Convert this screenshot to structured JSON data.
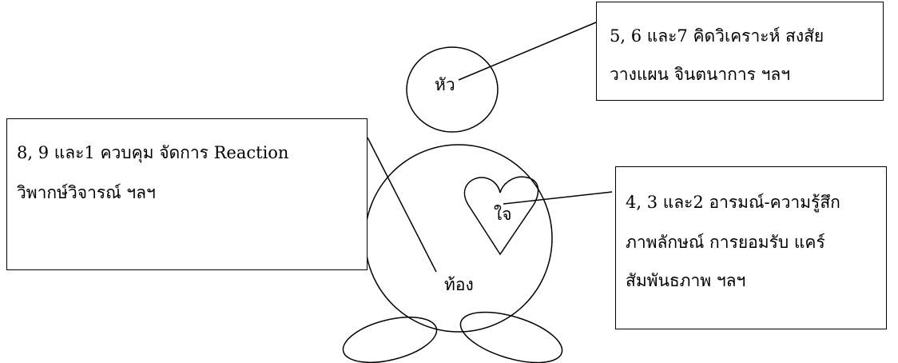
{
  "diagram": {
    "head_label": "หัว",
    "heart_label": "ใจ",
    "belly_label": "ท้อง",
    "head_box": {
      "line1": "5, 6 และ7 คิดวิเคราะห์ สงสัย",
      "line2": "วางแผน จินตนาการ ฯลฯ"
    },
    "belly_box": {
      "line1": "8, 9 และ1 ควบคุม จัดการ Reaction",
      "line2": "วิพากษ์วิจารณ์ ฯลฯ"
    },
    "heart_box": {
      "line1": "4, 3 และ2 อารมณ์-ความรู้สึก",
      "line2": "ภาพลักษณ์ การยอมรับ แคร์",
      "line3": "สัมพันธภาพ ฯลฯ"
    }
  }
}
